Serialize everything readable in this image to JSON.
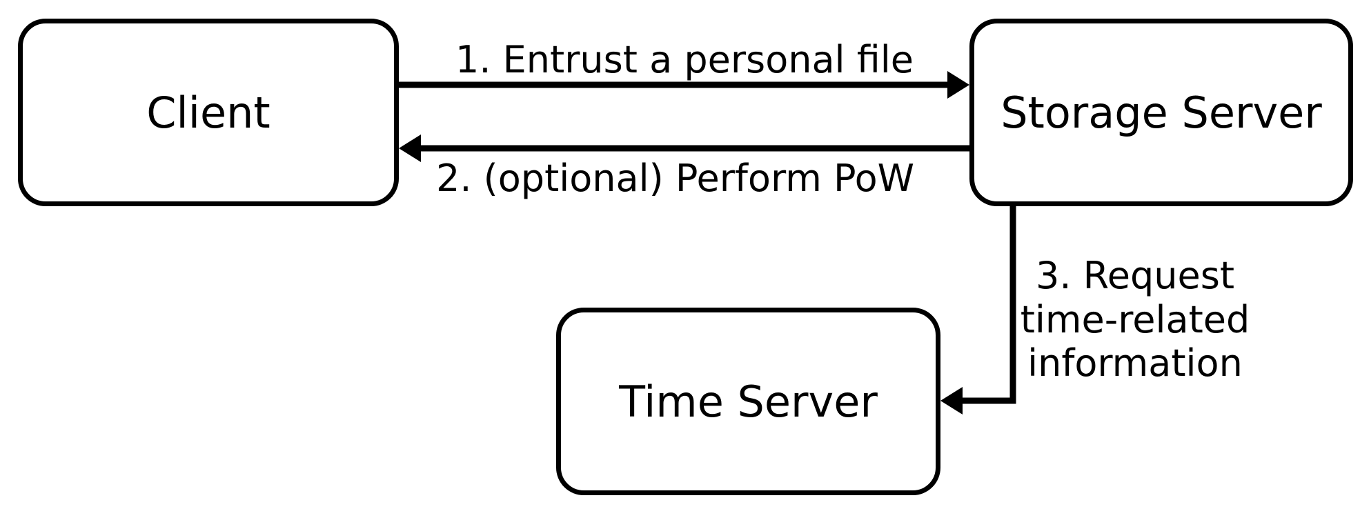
{
  "diagram": {
    "nodes": {
      "client": {
        "label": "Client"
      },
      "storage": {
        "label": "Storage Server"
      },
      "time": {
        "label": "Time Server"
      }
    },
    "edges": {
      "step1": {
        "label": "1. Entrust a personal file",
        "from": "Client",
        "to": "Storage Server"
      },
      "step2": {
        "label": "2. (optional) Perform PoW",
        "from": "Storage Server",
        "to": "Client"
      },
      "step3": {
        "lines": [
          "3. Request",
          "time-related",
          "information"
        ],
        "from": "Storage Server",
        "to": "Time Server"
      }
    }
  }
}
